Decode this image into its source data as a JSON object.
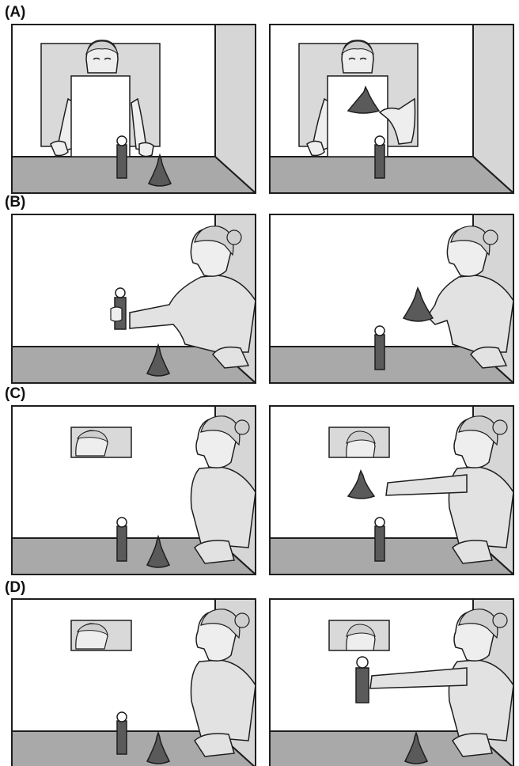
{
  "rows": [
    {
      "label": "(A)"
    },
    {
      "label": "(B)"
    },
    {
      "label": "(C)"
    },
    {
      "label": "(D)"
    }
  ],
  "colors": {
    "wall": "#ffffff",
    "side_wall": "#d6d6d6",
    "floor": "#a9a9a9",
    "outline": "#1e1e1e",
    "object": "#5a5a5a",
    "window": "#d9d9d9",
    "coat": "#e2e2e2"
  }
}
